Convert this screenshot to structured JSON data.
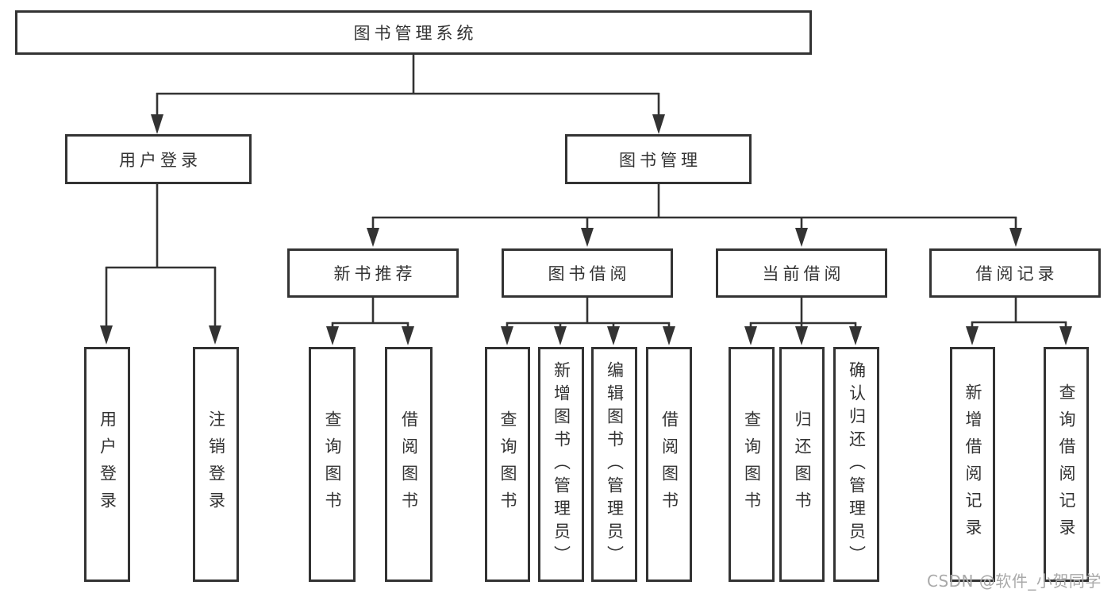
{
  "title": "图书管理系统",
  "tree": {
    "root": {
      "label": "图书管理系统"
    },
    "branches": [
      {
        "label": "用户登录",
        "children": [
          {
            "label": "用户登录"
          },
          {
            "label": "注销登录"
          }
        ]
      },
      {
        "label": "图书管理",
        "children": [
          {
            "label": "新书推荐",
            "children": [
              {
                "label": "查询图书"
              },
              {
                "label": "借阅图书"
              }
            ]
          },
          {
            "label": "图书借阅",
            "children": [
              {
                "label": "查询图书"
              },
              {
                "label": "新增图书（管理员）"
              },
              {
                "label": "编辑图书（管理员）"
              },
              {
                "label": "借阅图书"
              }
            ]
          },
          {
            "label": "当前借阅",
            "children": [
              {
                "label": "查询图书"
              },
              {
                "label": "归还图书"
              },
              {
                "label": "确认归还（管理员）"
              }
            ]
          },
          {
            "label": "借阅记录",
            "children": [
              {
                "label": "新增借阅记录"
              },
              {
                "label": "查询借阅记录"
              }
            ]
          }
        ]
      }
    ]
  },
  "watermark": {
    "text": "CSDN @软件_小贺同学"
  },
  "colors": {
    "line": "#333333",
    "text": "#333333",
    "watermark": "#a9a9a9",
    "background": "#ffffff"
  }
}
